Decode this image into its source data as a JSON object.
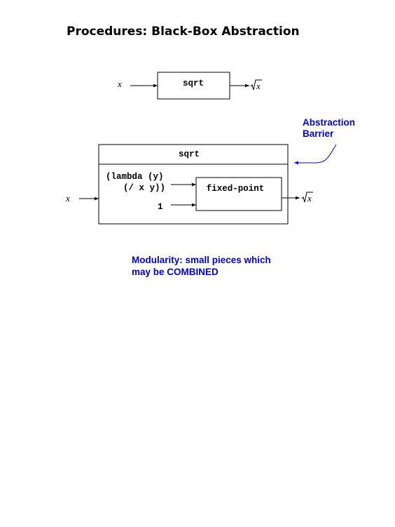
{
  "title": "Procedures: Black-Box Abstraction",
  "top_diagram": {
    "input": "x",
    "box_label": "sqrt",
    "output": "x"
  },
  "bottom_diagram": {
    "outer_label": "sqrt",
    "input": "x",
    "arg1_line1": "(lambda (y)",
    "arg1_line2": "(/ x y))",
    "arg2": "1",
    "inner_label": "fixed-point",
    "output": "x"
  },
  "barrier": {
    "line1": "Abstraction",
    "line2": "Barrier"
  },
  "note": {
    "line1": "Modularity: small pieces which",
    "line2": "may be COMBINED"
  },
  "colors": {
    "accent": "#0000cc",
    "ink": "#000000"
  }
}
